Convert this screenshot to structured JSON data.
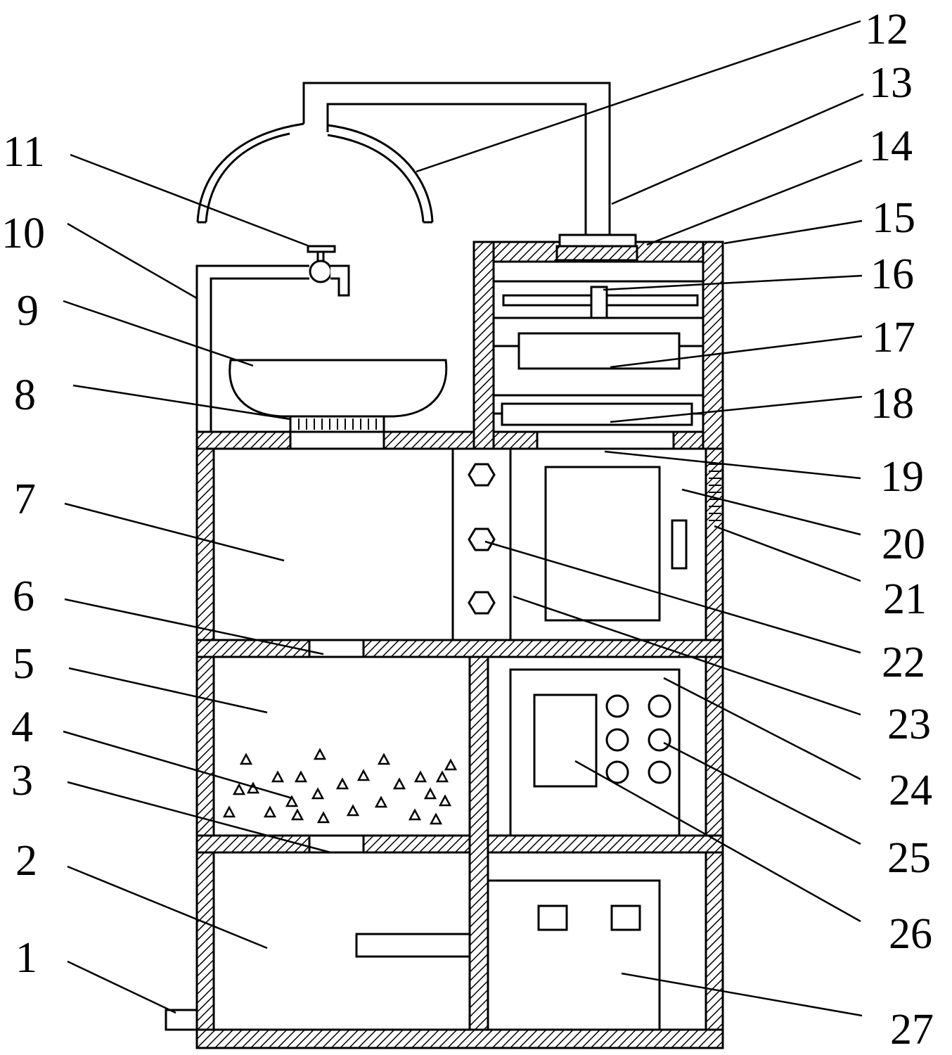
{
  "diagram": {
    "type": "patent-line-drawing",
    "line_color": "#000000",
    "background": "#ffffff",
    "hatch_pattern": "diagonal-hatch",
    "labels": [
      "1",
      "2",
      "3",
      "4",
      "5",
      "6",
      "7",
      "8",
      "9",
      "10",
      "11",
      "12",
      "13",
      "14",
      "15",
      "16",
      "17",
      "18",
      "19",
      "20",
      "21",
      "22",
      "23",
      "24",
      "25",
      "26",
      "27"
    ]
  }
}
